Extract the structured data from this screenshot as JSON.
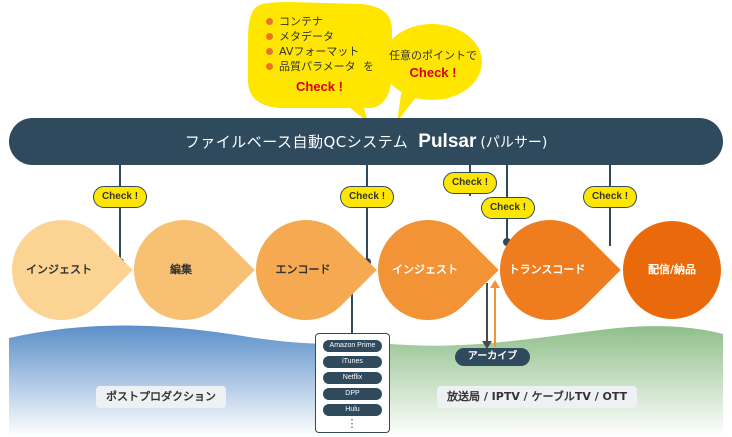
{
  "bubble_left": {
    "items": [
      "コンテナ",
      "メタデータ",
      "AVフォーマット",
      "品質パラメータ"
    ],
    "suffix": "を",
    "check": "Check !"
  },
  "bubble_right": {
    "line1": "任意のポイントで",
    "check": "Check !"
  },
  "main_bar": {
    "title": "ファイルベース自動QCシステム",
    "brand": "Pulsar",
    "paren": "(パルサー)"
  },
  "checks": [
    "Check !",
    "Check !",
    "Check !",
    "Check !",
    "Check !"
  ],
  "steps": [
    "インジェスト",
    "編集",
    "エンコード",
    "インジェスト",
    "トランスコード",
    "配信/納品"
  ],
  "platforms": [
    "Amazon Prime",
    "iTunes",
    "Netflix",
    "DPP",
    "Hulu"
  ],
  "platform_more": "⋮",
  "archive": "アーカイブ",
  "zones": {
    "left": "ポストプロダクション",
    "right": "放送局 / IPTV / ケーブルTV / OTT"
  },
  "colors": {
    "bar": "#2e4a5c",
    "badge": "#ffe600",
    "step1": "#fbd493",
    "step2": "#f8c072",
    "step3": "#f5aa52",
    "step4": "#f29335",
    "step5": "#ef7d1f",
    "step6": "#ea6a0b",
    "wave_blue": "#5b8fc9",
    "wave_green": "#8fbf8a"
  }
}
